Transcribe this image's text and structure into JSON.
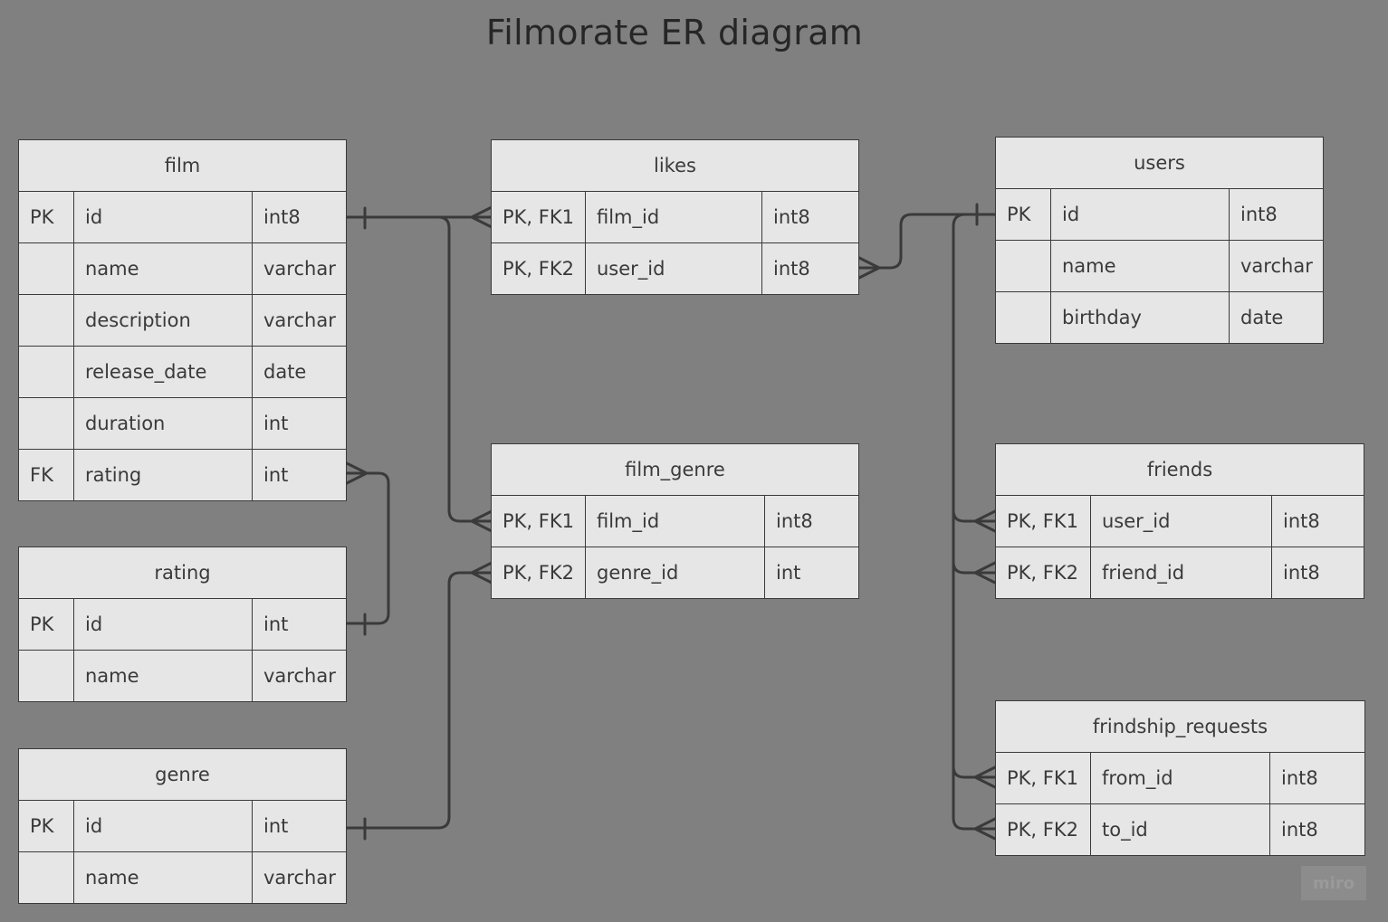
{
  "diagram": {
    "title": "Filmorate ER diagram",
    "tables": [
      {
        "name": "film",
        "header": "film",
        "rows": [
          {
            "key": "PK",
            "field": "id",
            "type": "int8"
          },
          {
            "key": "",
            "field": "name",
            "type": "varchar"
          },
          {
            "key": "",
            "field": "description",
            "type": "varchar"
          },
          {
            "key": "",
            "field": "release_date",
            "type": "date"
          },
          {
            "key": "",
            "field": "duration",
            "type": "int"
          },
          {
            "key": "FK",
            "field": "rating",
            "type": "int"
          }
        ]
      },
      {
        "name": "rating",
        "header": "rating",
        "rows": [
          {
            "key": "PK",
            "field": "id",
            "type": "int"
          },
          {
            "key": "",
            "field": "name",
            "type": "varchar"
          }
        ]
      },
      {
        "name": "genre",
        "header": "genre",
        "rows": [
          {
            "key": "PK",
            "field": "id",
            "type": "int"
          },
          {
            "key": "",
            "field": "name",
            "type": "varchar"
          }
        ]
      },
      {
        "name": "likes",
        "header": "likes",
        "rows": [
          {
            "key": "PK, FK1",
            "field": "film_id",
            "type": "int8"
          },
          {
            "key": "PK, FK2",
            "field": "user_id",
            "type": "int8"
          }
        ]
      },
      {
        "name": "film-genre",
        "header": "film_genre",
        "rows": [
          {
            "key": "PK, FK1",
            "field": "film_id",
            "type": "int8"
          },
          {
            "key": "PK, FK2",
            "field": "genre_id",
            "type": "int"
          }
        ]
      },
      {
        "name": "users",
        "header": "users",
        "rows": [
          {
            "key": "PK",
            "field": "id",
            "type": "int8"
          },
          {
            "key": "",
            "field": "name",
            "type": "varchar"
          },
          {
            "key": "",
            "field": "birthday",
            "type": "date"
          }
        ]
      },
      {
        "name": "friends",
        "header": "friends",
        "rows": [
          {
            "key": "PK, FK1",
            "field": "user_id",
            "type": "int8"
          },
          {
            "key": "PK, FK2",
            "field": "friend_id",
            "type": "int8"
          }
        ]
      },
      {
        "name": "frindship-requests",
        "header": "frindship_requests",
        "rows": [
          {
            "key": "PK, FK1",
            "field": "from_id",
            "type": "int8"
          },
          {
            "key": "PK, FK2",
            "field": "to_id",
            "type": "int8"
          }
        ]
      }
    ],
    "relations": [
      {
        "from": "film.id",
        "to": "likes.film_id",
        "cardinality": "one-to-many"
      },
      {
        "from": "film.id",
        "to": "film_genre.film_id",
        "cardinality": "one-to-many"
      },
      {
        "from": "rating.id",
        "to": "film.rating",
        "cardinality": "one-to-many"
      },
      {
        "from": "genre.id",
        "to": "film_genre.genre_id",
        "cardinality": "one-to-many"
      },
      {
        "from": "users.id",
        "to": "likes.user_id",
        "cardinality": "one-to-many"
      },
      {
        "from": "users.id",
        "to": "friends.user_id",
        "cardinality": "one-to-many"
      },
      {
        "from": "users.id",
        "to": "friends.friend_id",
        "cardinality": "one-to-many"
      },
      {
        "from": "users.id",
        "to": "frindship_requests.from_id",
        "cardinality": "one-to-many"
      },
      {
        "from": "users.id",
        "to": "frindship_requests.to_id",
        "cardinality": "one-to-many"
      }
    ]
  },
  "watermark": "miro",
  "colors": {
    "background": "#808080",
    "table_fill": "#e6e6e6",
    "line": "#3a3a3a",
    "title": "#262626"
  }
}
